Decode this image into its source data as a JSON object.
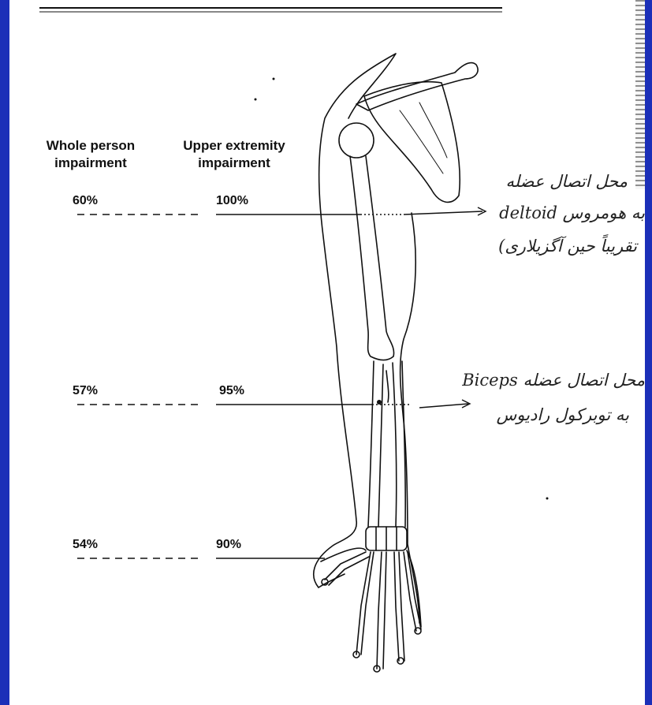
{
  "headers": {
    "whole_person": "Whole person\nimpairment",
    "upper_extremity": "Upper extremity\nimpairment"
  },
  "levels": [
    {
      "whole": "60%",
      "upper": "100%"
    },
    {
      "whole": "57%",
      "upper": "95%"
    },
    {
      "whole": "54%",
      "upper": "90%"
    }
  ],
  "annotations": {
    "deltoid_l1": "محل اتصال عضله",
    "deltoid_l2": "به هومروس deltoid",
    "deltoid_l3": "تقریباً حین آگزیلاری)",
    "biceps_l1": "محل اتصال عضله Biceps",
    "biceps_l2": "به توبرکول رادیوس"
  },
  "colors": {
    "frame": "#1b2fb8",
    "page": "#ffffff",
    "ink": "#111111"
  }
}
